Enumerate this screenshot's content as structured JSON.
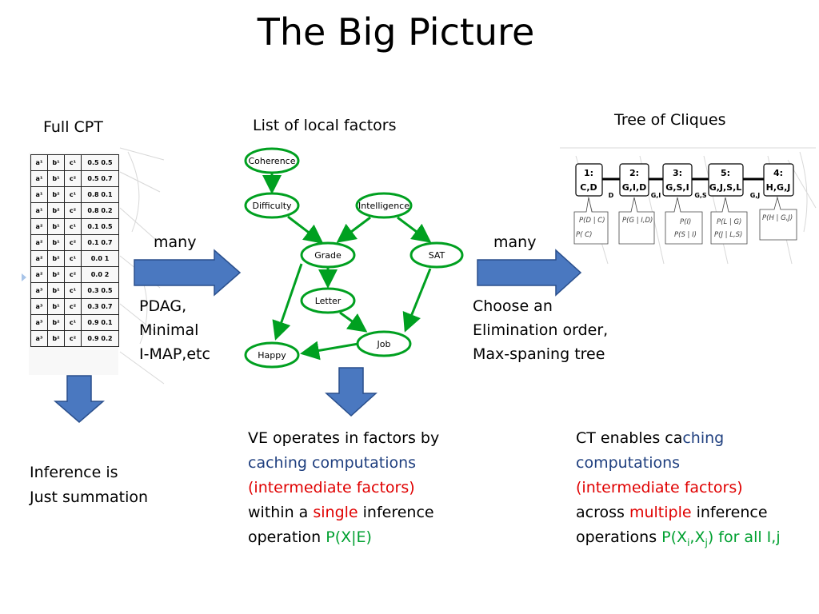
{
  "title": "The Big Picture",
  "columns": {
    "full_cpt": "Full CPT",
    "local_factors": "List of local factors",
    "tree_of_cliques": "Tree of Cliques"
  },
  "cpt_rows": [
    [
      "a¹",
      "b¹",
      "c¹",
      "0.5 0.5"
    ],
    [
      "a¹",
      "b¹",
      "c²",
      "0.5 0.7"
    ],
    [
      "a¹",
      "b²",
      "c¹",
      "0.8 0.1"
    ],
    [
      "a¹",
      "b²",
      "c²",
      "0.8 0.2"
    ],
    [
      "a²",
      "b¹",
      "c¹",
      "0.1 0.5"
    ],
    [
      "a²",
      "b¹",
      "c²",
      "0.1 0.7"
    ],
    [
      "a²",
      "b²",
      "c¹",
      "0.0 1"
    ],
    [
      "a²",
      "b²",
      "c²",
      "0.0 2"
    ],
    [
      "a³",
      "b¹",
      "c¹",
      "0.3 0.5"
    ],
    [
      "a³",
      "b¹",
      "c²",
      "0.3 0.7"
    ],
    [
      "a³",
      "b²",
      "c¹",
      "0.9 0.1"
    ],
    [
      "a³",
      "b²",
      "c²",
      "0.9 0.2"
    ]
  ],
  "arrows": {
    "left_label": "many",
    "right_label": "many",
    "left_caption": [
      "PDAG,",
      "Minimal",
      "I-MAP,etc"
    ],
    "right_caption": [
      "Choose an",
      "Elimination order,",
      "Max-spaning tree"
    ]
  },
  "network": {
    "nodes": {
      "coherence": "Coherence",
      "difficulty": "Difficulty",
      "intelligence": "Intelligence",
      "grade": "Grade",
      "sat": "SAT",
      "letter": "Letter",
      "job": "Job",
      "happy": "Happy"
    },
    "color": "#00a020"
  },
  "cliques": [
    {
      "id": "1:",
      "vars": "C,D",
      "factors": [
        "P(D | C)",
        "P( C)"
      ]
    },
    {
      "id": "2:",
      "vars": "G,I,D",
      "factors": [
        "P(G | I,D)"
      ]
    },
    {
      "id": "3:",
      "vars": "G,S,I",
      "factors": [
        "P(I)",
        "P(S | I)"
      ]
    },
    {
      "id": "5:",
      "vars": "G,J,S,L",
      "factors": [
        "P(L | G)",
        "P(J | L,S)"
      ]
    },
    {
      "id": "4:",
      "vars": "H,G,J",
      "factors": [
        "P(H | G,J)"
      ]
    }
  ],
  "sepsets": [
    "D",
    "G,I",
    "G,S",
    "G,J"
  ],
  "captions": {
    "inference": [
      "Inference is",
      "Just summation"
    ],
    "ve": {
      "line1": "VE operates in factors by",
      "line2": "caching computations",
      "line3": "(intermediate factors)",
      "line4_a": "within a ",
      "line4_b": "single",
      "line4_c": " inference",
      "line5_a": "operation ",
      "line5_b": "P(X|E)"
    },
    "ct": {
      "line1_a": "CT enables ca",
      "line1_b": "ching",
      "line2": "computations",
      "line3": "(intermediate factors)",
      "line4_a": "across  ",
      "line4_b": "multiple",
      "line4_c": " inference",
      "line5_a": "operations ",
      "line5_b": "P(X",
      "line5_sub1": "i",
      "line5_c": ",X",
      "line5_sub2": "j",
      "line5_d": ") for all I,j"
    }
  },
  "colors": {
    "arrow_fill": "#4a78c0",
    "arrow_stroke": "#2a4f8c",
    "caption_blue": "#1f3f7f",
    "caption_red": "#e00000",
    "caption_green": "#00a030"
  }
}
